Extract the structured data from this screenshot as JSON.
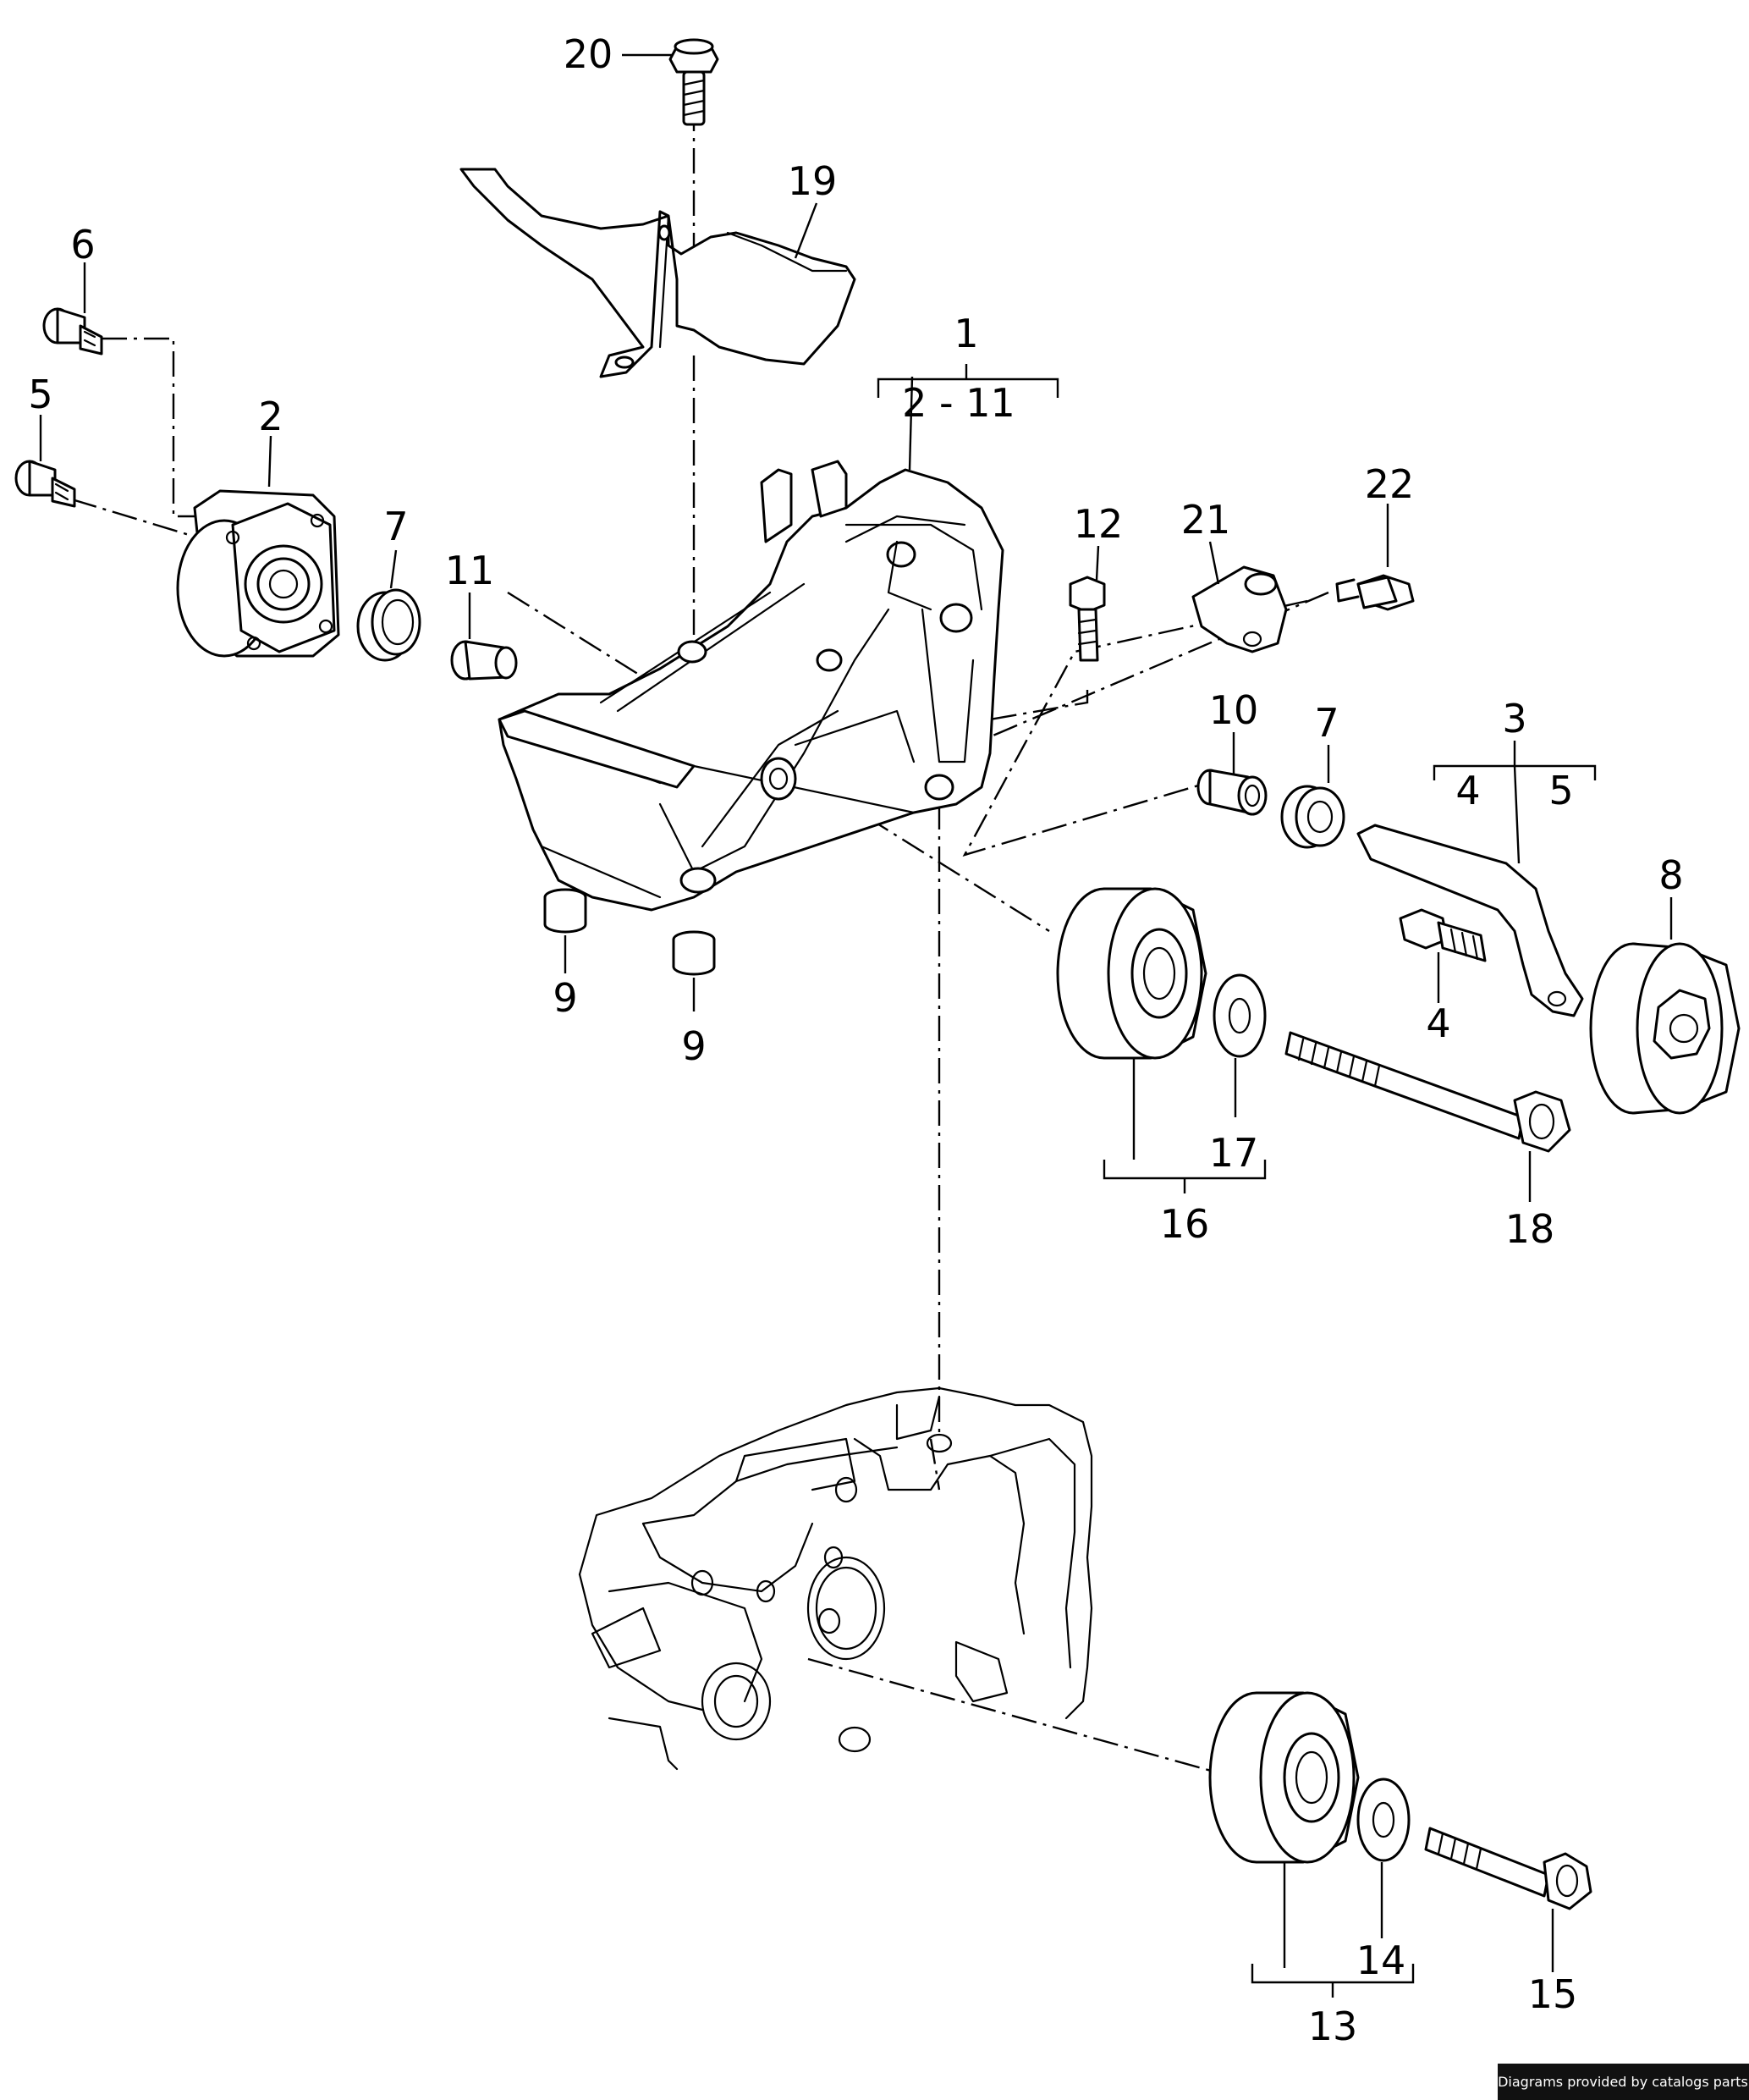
{
  "callouts": {
    "c1": "1",
    "c1_range": "2 - 11",
    "c2": "2",
    "c3": "3",
    "c3_a": "4",
    "c3_b": "5",
    "c4": "4",
    "c5": "5",
    "c6": "6",
    "c7a": "7",
    "c7b": "7",
    "c8": "8",
    "c9a": "9",
    "c9b": "9",
    "c10": "10",
    "c11": "11",
    "c12": "12",
    "c13": "13",
    "c14": "14",
    "c15": "15",
    "c16": "16",
    "c17": "17",
    "c18": "18",
    "c19": "19",
    "c20": "20",
    "c21": "21",
    "c22": "22"
  },
  "footer": {
    "credit": "Diagrams provided by catalogs parts"
  }
}
